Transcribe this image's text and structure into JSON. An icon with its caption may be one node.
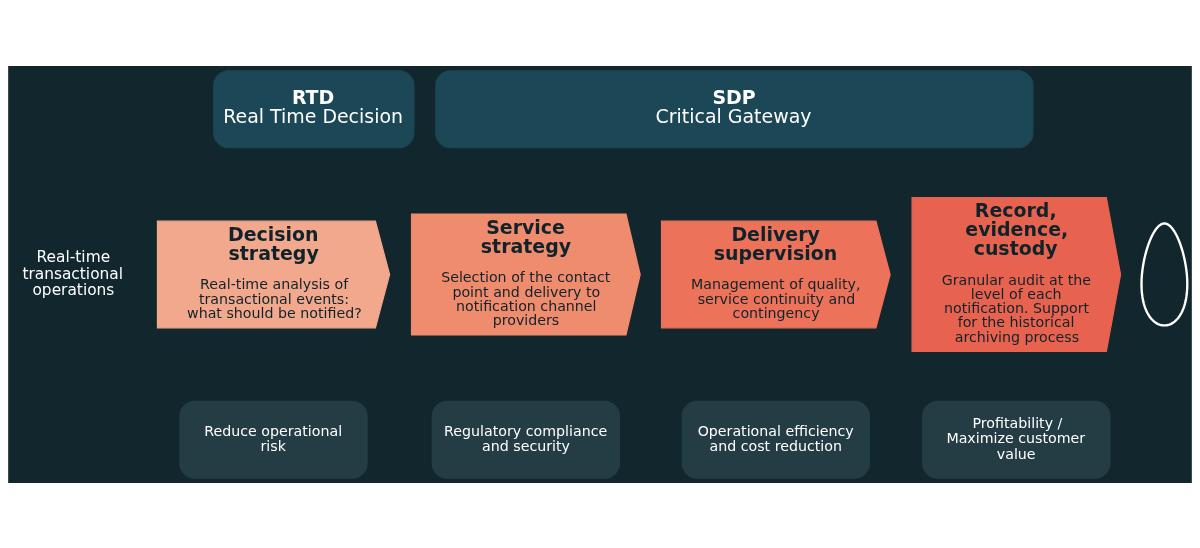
{
  "diagram": {
    "nodes": [
      {
        "text": [
          "RTD",
          "Real Time Decision"
        ]
      },
      {
        "text": [
          "SDP",
          "Critical Gateway"
        ]
      },
      {
        "text": [
          "Real-time transactional operations"
        ]
      },
      {
        "text": [
          "Decision strategy",
          "Real-time analysis of transactional events: what should be notified?"
        ]
      },
      {
        "text": [
          "Service strategy",
          "Selection of the contact point and delivery to notification channel providers"
        ]
      },
      {
        "text": [
          "Delivery supervision",
          "Management of quality, service continuity and contingency"
        ]
      },
      {
        "text": [
          "Record, evidence, custody",
          "Granular audit at the level of each notification. Support for the historical archiving process"
        ]
      },
      {
        "text": [],
        "shape": "person"
      },
      {
        "text": [
          "Reduce operational risk"
        ]
      },
      {
        "text": [
          "Regulatory compliance and security"
        ]
      },
      {
        "text": [
          "Operational efficiency and cost reduction"
        ]
      },
      {
        "text": [
          "Profitability / Maximize customer value"
        ]
      }
    ],
    "edges": []
  }
}
